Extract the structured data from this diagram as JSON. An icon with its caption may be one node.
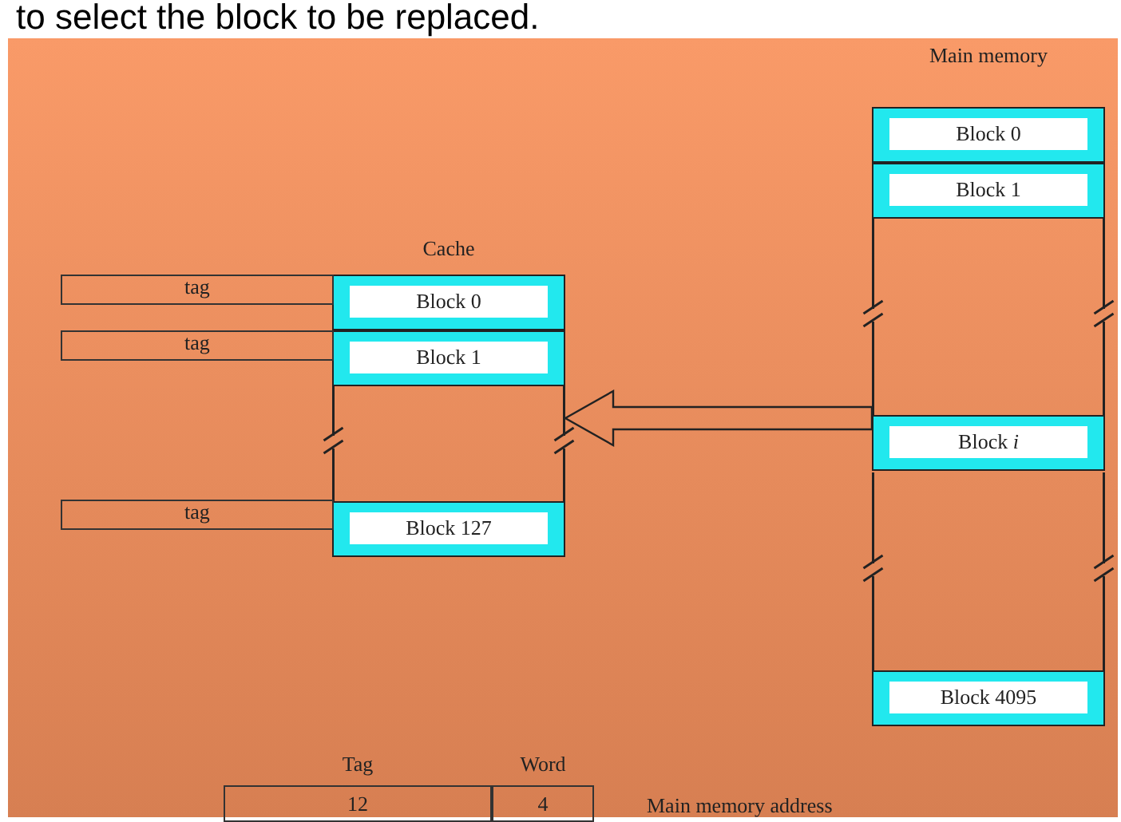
{
  "diagram": {
    "nodes": [
      {
        "text": [
          "Cache"
        ]
      },
      {
        "text": [
          "Block 0"
        ],
        "in": 0
      },
      {
        "text": [
          "Block 1"
        ],
        "in": 0
      },
      {
        "text": [
          "Block 127"
        ],
        "in": 0
      },
      {
        "text": [
          "tag"
        ]
      },
      {
        "text": [
          "tag"
        ]
      },
      {
        "text": [
          "tag"
        ]
      },
      {
        "text": [
          "Main memory"
        ]
      },
      {
        "text": [
          "Block 0"
        ],
        "in": 7
      },
      {
        "text": [
          "Block 1"
        ],
        "in": 7
      },
      {
        "text": [
          "Block *i*"
        ],
        "in": 7
      },
      {
        "text": [
          "Block 4095"
        ],
        "in": 7
      },
      {
        "text": [
          "Tag",
          "12"
        ]
      },
      {
        "text": [
          "Word",
          "4"
        ]
      }
    ],
    "edges": [
      {
        "from": 7,
        "to": 0,
        "arrow": "to"
      }
    ],
    "labels": [
      "to select the block to be replaced.",
      "Main memory address"
    ]
  }
}
